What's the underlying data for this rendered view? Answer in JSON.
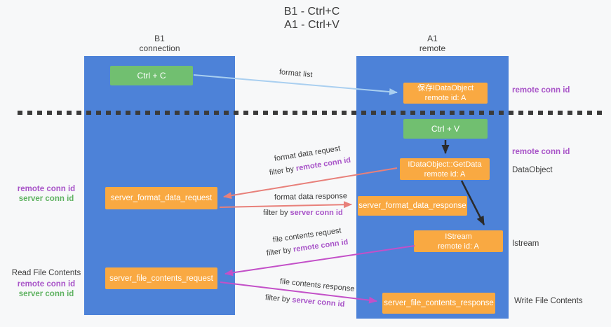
{
  "title": {
    "line1": "B1 - Ctrl+C",
    "line2": "A1 - Ctrl+V"
  },
  "lifelines": {
    "left": {
      "name": "B1",
      "role": "connection"
    },
    "right": {
      "name": "A1",
      "role": "remote"
    }
  },
  "boxes": {
    "ctrl_c": {
      "label": "Ctrl + C"
    },
    "ctrl_v": {
      "label": "Ctrl + V"
    },
    "save_dataobject": {
      "line1": "保存IDataObject",
      "line2": "remote id: A"
    },
    "getdata": {
      "line1": "IDataObject::GetData",
      "line2": "remote id: A"
    },
    "istream": {
      "line1": "IStream",
      "line2": "remote id: A"
    },
    "format_request": {
      "label": "server_format_data_request"
    },
    "format_response": {
      "label": "server_format_data_response"
    },
    "file_request": {
      "label": "server_file_contents_request"
    },
    "file_response": {
      "label": "server_file_contents_response"
    }
  },
  "annotations": {
    "remote_conn_id_top": "remote conn id",
    "remote_conn_id_mid": "remote conn id",
    "dataobject": "DataObject",
    "istream": "Istream",
    "write_file_contents": "Write File Contents",
    "read_file_contents": "Read File Contents",
    "left_remote_conn_id_1": "remote conn id",
    "left_server_conn_id_1": "server conn id",
    "left_remote_conn_id_2": "remote conn id",
    "left_server_conn_id_2": "server conn id"
  },
  "arrow_labels": {
    "format_list": "format list",
    "format_data_request": "format data request",
    "format_data_response": "format data response",
    "file_contents_request": "file contents request",
    "file_contents_response": "file contents response",
    "filter_by": "filter by ",
    "remote_conn_id": "remote conn id",
    "server_conn_id": "server conn id"
  },
  "colors": {
    "lifeline_blue": "#4d82d8",
    "box_green": "#71bf70",
    "box_orange": "#f9a942",
    "arrow_light_blue": "#a9cff0",
    "arrow_salmon": "#e8807a",
    "arrow_magenta": "#c350c8",
    "arrow_black": "#2b2b2b",
    "text_purple": "#a854c8",
    "text_green": "#5fb261",
    "text_dark": "#3c3c3c"
  }
}
